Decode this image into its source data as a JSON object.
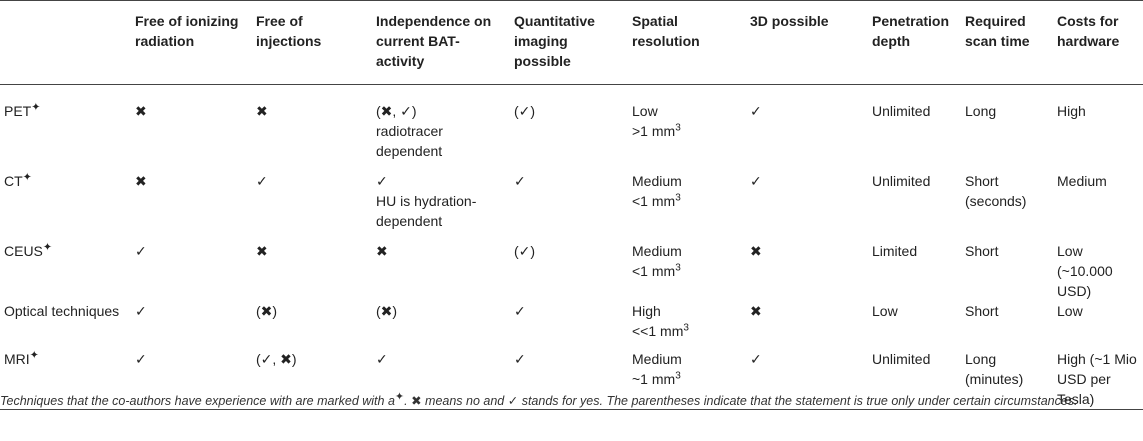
{
  "headers": [
    "",
    "Free of ionizing radiation",
    "Free of injections",
    "Independence on current BAT- activity",
    "Quantitative imaging possible",
    "Spatial resolution",
    "3D possible",
    "Penetration depth",
    "Required scan time",
    "Costs for hardware"
  ],
  "star_symbol": "✦",
  "rows": [
    {
      "technique": "PET",
      "starred": true,
      "ionizing": "✖",
      "injections": "✖",
      "independence": [
        "(✖, ✓)",
        "radiotracer",
        "dependent"
      ],
      "quantitative": "(✓)",
      "resolution_text": [
        "Low",
        ">1 mm"
      ],
      "resolution_exp": "3",
      "three_d": "✓",
      "penetration": "Unlimited",
      "scan_time": [
        "Long"
      ],
      "costs": [
        "High"
      ]
    },
    {
      "technique": "CT",
      "starred": true,
      "ionizing": "✖",
      "injections": "✓",
      "independence": [
        "✓",
        "HU is hydration-",
        "dependent"
      ],
      "quantitative": "✓",
      "resolution_text": [
        "Medium",
        "<1 mm"
      ],
      "resolution_exp": "3",
      "three_d": "✓",
      "penetration": "Unlimited",
      "scan_time": [
        "Short",
        "(seconds)"
      ],
      "costs": [
        "Medium"
      ]
    },
    {
      "technique": "CEUS",
      "starred": true,
      "ionizing": "✓",
      "injections": "✖",
      "independence": [
        "✖"
      ],
      "quantitative": "(✓)",
      "resolution_text": [
        " Medium",
        "<1 mm"
      ],
      "resolution_exp": "3",
      "three_d": "✖",
      "penetration": "Limited",
      "scan_time": [
        "Short"
      ],
      "costs": [
        "Low (~10.000",
        "USD)"
      ]
    },
    {
      "technique": "Optical techniques",
      "starred": false,
      "ionizing": "✓",
      "injections": "(✖)",
      "independence": [
        "(✖)"
      ],
      "quantitative": "✓",
      "resolution_text": [
        "High",
        "<<1 mm"
      ],
      "resolution_exp": "3",
      "three_d": "✖",
      "penetration": "Low",
      "scan_time": [
        "Short"
      ],
      "costs": [
        "Low"
      ]
    },
    {
      "technique": "MRI",
      "starred": true,
      "ionizing": "✓",
      "injections": "(✓, ✖)",
      "independence": [
        "✓"
      ],
      "quantitative": "✓",
      "resolution_text": [
        "Medium",
        "~1 mm"
      ],
      "resolution_exp": "3",
      "three_d": "✓",
      "penetration": "Unlimited",
      "scan_time": [
        "Long",
        "(minutes)"
      ],
      "costs": [
        "High (~1 Mio",
        "USD per Tesla)"
      ]
    }
  ],
  "footnote": {
    "part1": "Techniques that the co-authors have experience with are marked with a",
    "part2": ". ",
    "cross": "✖",
    "part3": " means no and ",
    "check": "✓",
    "part4": " stands for yes. The parentheses indicate that the statement is true only under certain circumstances."
  }
}
